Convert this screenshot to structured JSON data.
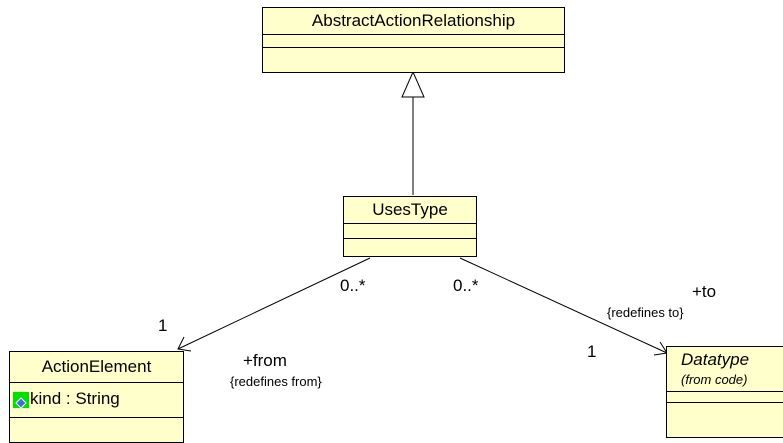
{
  "classes": {
    "abstract_action_relationship": {
      "name": "AbstractActionRelationship"
    },
    "uses_type": {
      "name": "UsesType"
    },
    "action_element": {
      "name": "ActionElement",
      "attributes": [
        {
          "text": "kind : String"
        }
      ]
    },
    "datatype": {
      "name": "Datatype",
      "stereotype": "(from code)"
    }
  },
  "associations": {
    "from": {
      "role": "+from",
      "constraint": "{redefines from}",
      "source_multiplicity": "0..*",
      "target_multiplicity": "1"
    },
    "to": {
      "role": "+to",
      "constraint": "{redefines to}",
      "source_multiplicity": "0..*",
      "target_multiplicity": "1"
    }
  },
  "colors": {
    "class_fill": "#ffffcc",
    "line": "#000000",
    "attribute_icon_bg": "#00e000",
    "attribute_icon_fg": "#3a6fd8"
  }
}
